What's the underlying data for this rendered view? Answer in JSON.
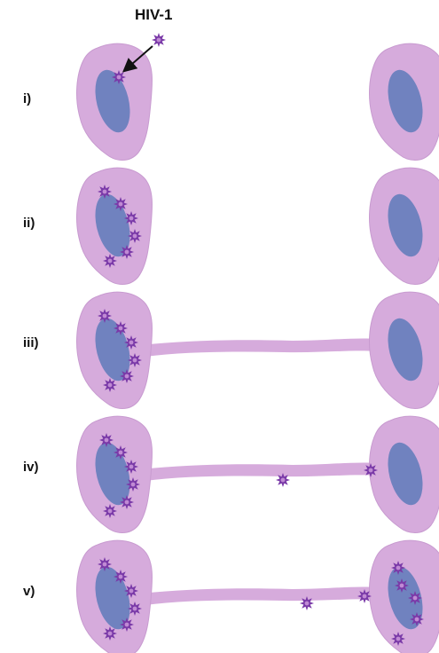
{
  "virus_label": "HIV-1",
  "stage_labels": [
    "i)",
    "ii)",
    "iii)",
    "iv)",
    "v)"
  ],
  "colors": {
    "cell": "#d6abdc",
    "cell_edge": "#c89bd0",
    "nucleus": "#7082bf",
    "virus": "#7a3aa8",
    "virus_core": "#c08ad4",
    "arrow": "#111111"
  },
  "icons": {
    "virus": "star-burst-icon",
    "pointer": "arrow-icon"
  }
}
